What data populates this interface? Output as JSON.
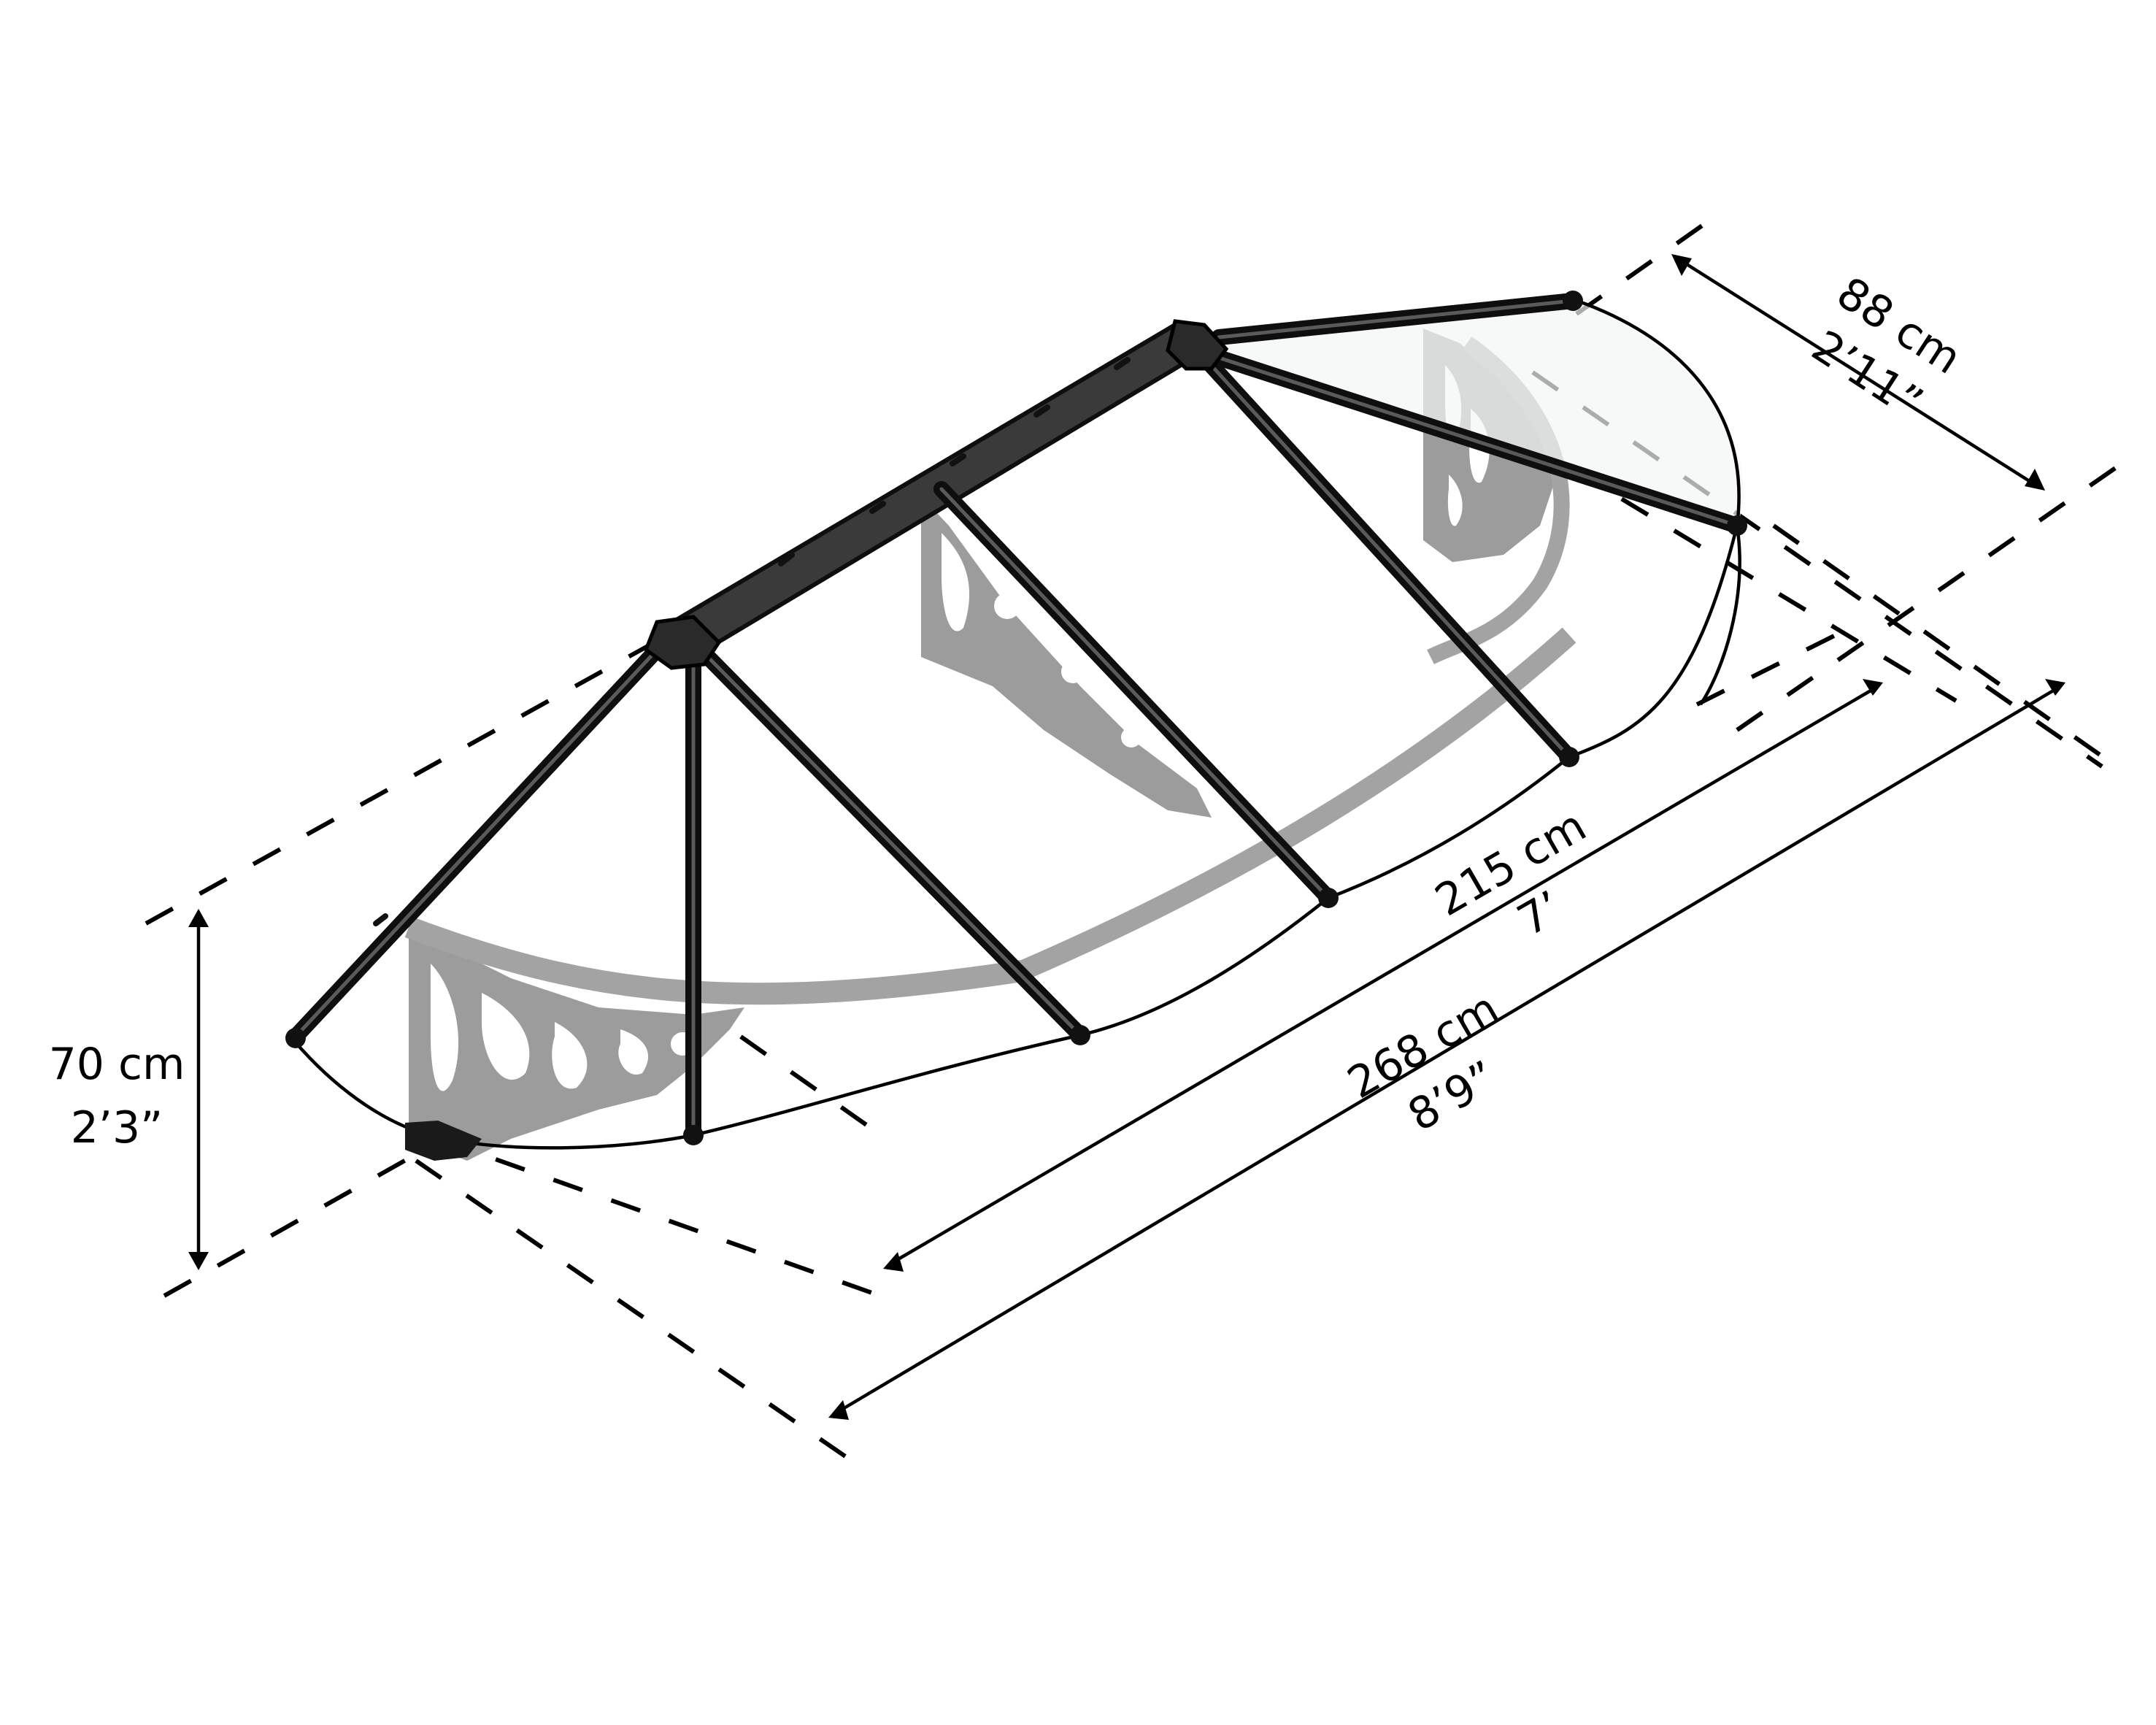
{
  "diagram": {
    "type": "isometric product dimension drawing",
    "subject": "curved canopy with scrollwork side brackets",
    "colors": {
      "frame": "#0e0e0e",
      "frame_highlight": "#5a5a5a",
      "bracket": "#9c9c9c",
      "glazing": "#f3f6f6",
      "dimension_lines": "#000000",
      "background": "#ffffff"
    }
  },
  "dimensions": {
    "height": {
      "metric": "70 cm",
      "imperial": "2’3”"
    },
    "depth": {
      "metric": "88 cm",
      "imperial": "2’11”"
    },
    "inner_length": {
      "metric": "215 cm",
      "imperial": "7’"
    },
    "overall_length": {
      "metric": "268 cm",
      "imperial": "8’9”"
    }
  }
}
